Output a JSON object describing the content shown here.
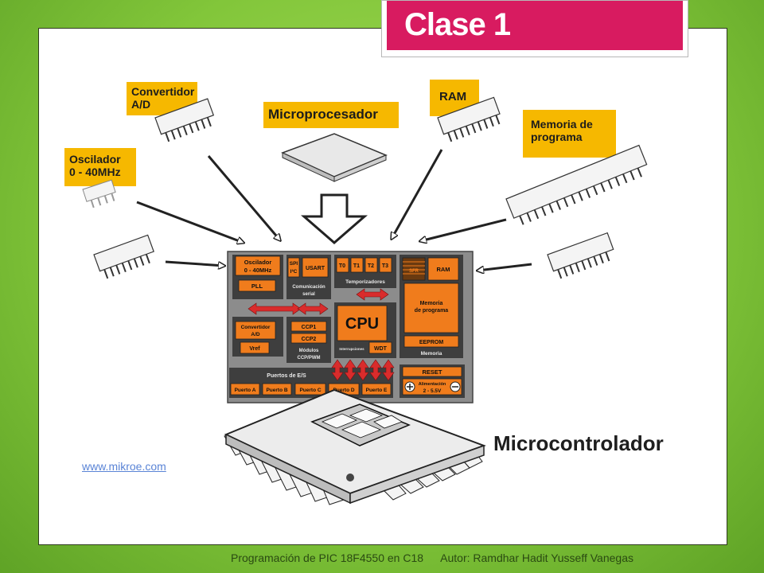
{
  "slide": {
    "title": "Clase 1",
    "source_link": "www.mikroe.com",
    "footer": {
      "course": "Programación de PIC 18F4550 en C18",
      "author": "Autor: Ramdhar Hadit Yusseff Vanegas"
    }
  },
  "diagram": {
    "components": {
      "adc": "Convertidor A/D",
      "microprocessor": "Microprocesador",
      "ram": "RAM",
      "program_memory": "Memoria de programa",
      "oscillator": "Oscilador 0 - 40MHz"
    },
    "chip": {
      "osc": [
        "Oscilador",
        "0 - 40MHz"
      ],
      "pll": "PLL",
      "spi": "SPI",
      "i2c": "I²C",
      "usart": "USART",
      "serial_comm": [
        "Comunicación",
        "serial"
      ],
      "timers": [
        "T0",
        "T1",
        "T2",
        "T3"
      ],
      "timers_label": "Temporizadores",
      "sfr": "SFR",
      "ram": "RAM",
      "prog_mem": [
        "Memoria",
        "de programa"
      ],
      "eeprom": "EEPROM",
      "memory_label": "Memoria",
      "cpu": "CPU",
      "interrupts": "Interrupciones",
      "wdt": "WDT",
      "adc": [
        "Convertidor",
        "A/D"
      ],
      "vref": "Vref",
      "ccp1": "CCP1",
      "ccp2": "CCP2",
      "modules": [
        "Módulos",
        "CCP/PWM"
      ],
      "io_ports": "Puertos de E/S",
      "ports": [
        "Puerto A",
        "Puerto B",
        "Puerto C",
        "Puerto D",
        "Puerto E"
      ],
      "reset": "RESET",
      "power": [
        "Alimentación",
        "2 - 5.5V"
      ]
    },
    "caption": "Microcontrolador"
  },
  "colors": {
    "accent": "#d81b60",
    "label_bg": "#f6b800",
    "block_orange": "#f07c1c",
    "chip_gray": "#8c8c8c",
    "arrow_red": "#d92c2c"
  }
}
